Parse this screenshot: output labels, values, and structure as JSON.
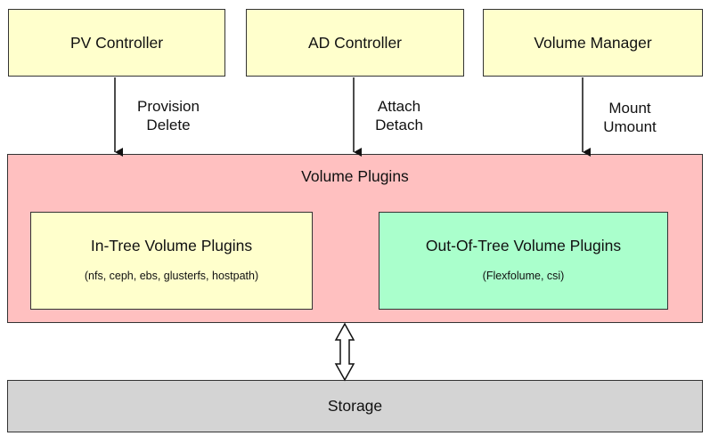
{
  "controllers": {
    "pv": "PV Controller",
    "ad": "AD Controller",
    "vm": "Volume Manager"
  },
  "arrow_labels": {
    "pv": [
      "Provision",
      "Delete"
    ],
    "ad": [
      "Attach",
      "Detach"
    ],
    "vm": [
      "Mount",
      "Umount"
    ]
  },
  "volume_plugins": {
    "title": "Volume Plugins",
    "in_tree": {
      "title": "In-Tree Volume Plugins",
      "examples": "(nfs, ceph, ebs, glusterfs, hostpath)"
    },
    "out_of_tree": {
      "title": "Out-Of-Tree Volume Plugins",
      "examples": "(Flexfolume, csi)"
    }
  },
  "storage": "Storage",
  "colors": {
    "controller_fill": "#ffffcc",
    "plugins_fill": "#ffc0c0",
    "in_tree_fill": "#ffffcc",
    "out_of_tree_fill": "#aaffcc",
    "storage_fill": "#d4d4d4"
  }
}
